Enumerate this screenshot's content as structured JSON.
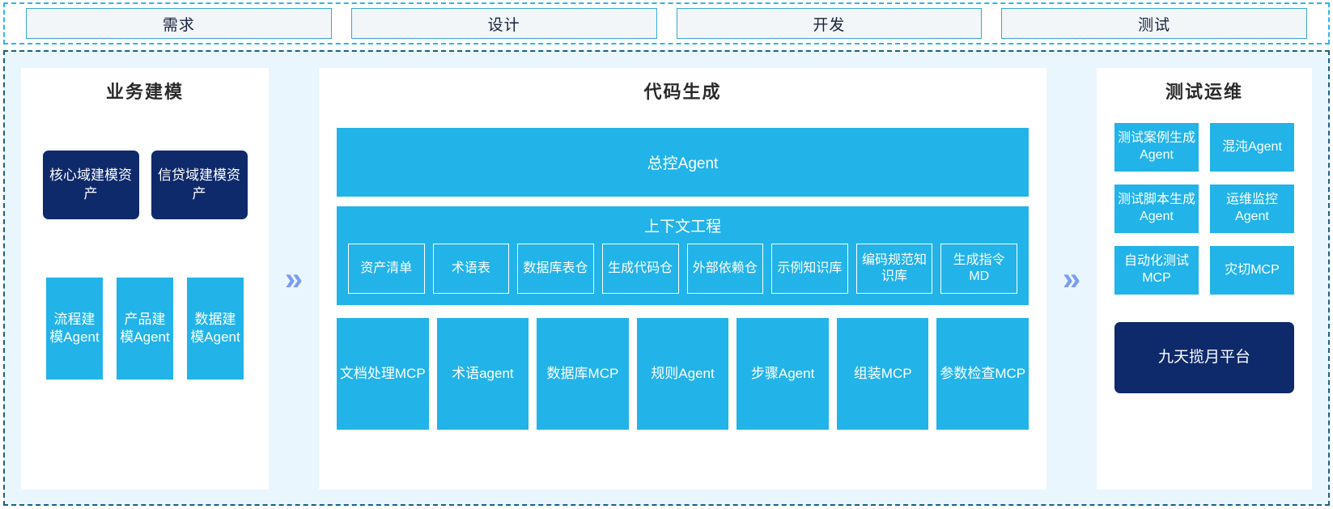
{
  "stages": [
    {
      "label": "需求"
    },
    {
      "label": "设计"
    },
    {
      "label": "开发"
    },
    {
      "label": "测试"
    }
  ],
  "separators": {
    "chevron": "»"
  },
  "colors": {
    "cyan": "#22b3e9",
    "navy": "#0f2a6b",
    "frame_border": "#1d5f86",
    "stage_border": "#3aa8d4",
    "frame_bg": "#eaf6fd",
    "chevron": "#7b9cf0"
  },
  "left_panel": {
    "title": "业务建模",
    "assets": [
      {
        "label": "核心域建模资产"
      },
      {
        "label": "信贷域建模资产"
      }
    ],
    "agents": [
      {
        "label": "流程建模Agent"
      },
      {
        "label": "产品建模Agent"
      },
      {
        "label": "数据建模Agent"
      }
    ]
  },
  "middle_panel": {
    "title": "代码生成",
    "control_agent": "总控Agent",
    "context_title": "上下文工程",
    "context_items": [
      {
        "label": "资产清单"
      },
      {
        "label": "术语表"
      },
      {
        "label": "数据库表仓"
      },
      {
        "label": "生成代码仓"
      },
      {
        "label": "外部依赖仓"
      },
      {
        "label": "示例知识库"
      },
      {
        "label": "编码规范知识库"
      },
      {
        "label": "生成指令MD"
      }
    ],
    "tools": [
      {
        "label": "文档处理MCP"
      },
      {
        "label": "术语agent"
      },
      {
        "label": "数据库MCP"
      },
      {
        "label": "规则Agent"
      },
      {
        "label": "步骤Agent"
      },
      {
        "label": "组装MCP"
      },
      {
        "label": "参数检查MCP"
      }
    ]
  },
  "right_panel": {
    "title": "测试运维",
    "items": [
      {
        "label": "测试案例生成Agent"
      },
      {
        "label": "混沌Agent"
      },
      {
        "label": "测试脚本生成Agent"
      },
      {
        "label": "运维监控Agent"
      },
      {
        "label": "自动化测试MCP"
      },
      {
        "label": "灾切MCP"
      }
    ],
    "platform": "九天揽月平台"
  }
}
